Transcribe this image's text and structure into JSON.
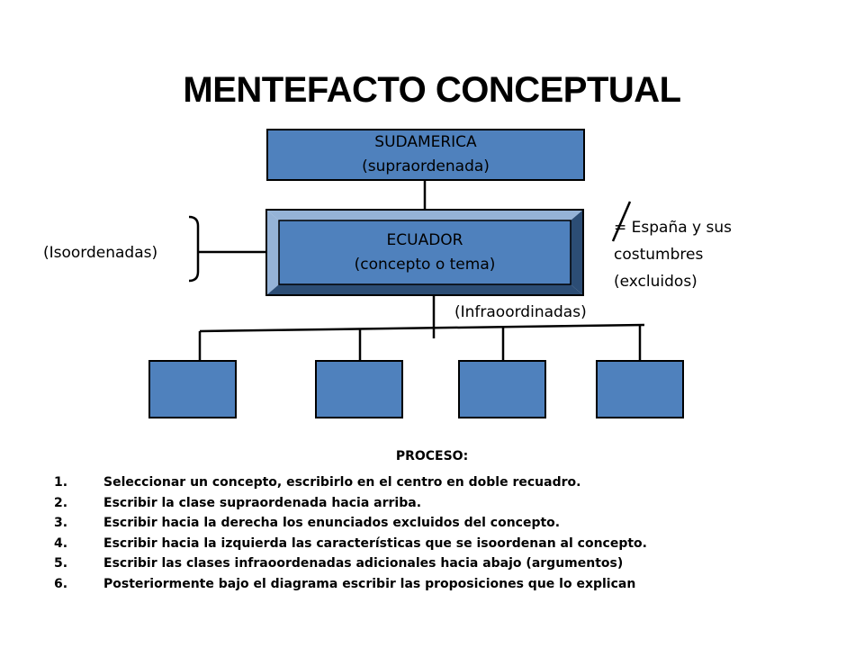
{
  "title": "MENTEFACTO CONCEPTUAL",
  "supra": {
    "line1": "SUDAMERICA",
    "line2": "(supraordenada)"
  },
  "concept": {
    "line1": "ECUADOR",
    "line2": "(concepto o tema)"
  },
  "isoordenadas_label": "(Isoordenadas)",
  "excluded": {
    "line1": "= España y sus",
    "line2": "costumbres",
    "line3": "(excluidos)"
  },
  "infra_label": "(Infraoordinadas)",
  "process": {
    "heading": "PROCESO:",
    "steps": [
      {
        "num": "1.",
        "text": "Seleccionar un concepto, escribirlo en el centro en doble recuadro."
      },
      {
        "num": "2.",
        "text": "Escribir la clase supraordenada hacia arriba."
      },
      {
        "num": "3.",
        "text": "Escribir hacia la derecha los enunciados excluidos del concepto."
      },
      {
        "num": "4.",
        "text": "Escribir hacia la izquierda las características que se isoordenan al concepto."
      },
      {
        "num": "5.",
        "text": "Escribir las clases infraoordenadas adicionales hacia abajo (argumentos)"
      },
      {
        "num": "6.",
        "text": "Posteriormente bajo el diagrama escribir las proposiciones que lo explican"
      }
    ]
  },
  "colors": {
    "box_fill": "#4f81bd",
    "bevel_light": "#95b3d7",
    "bevel_dark": "#2c4d75"
  }
}
